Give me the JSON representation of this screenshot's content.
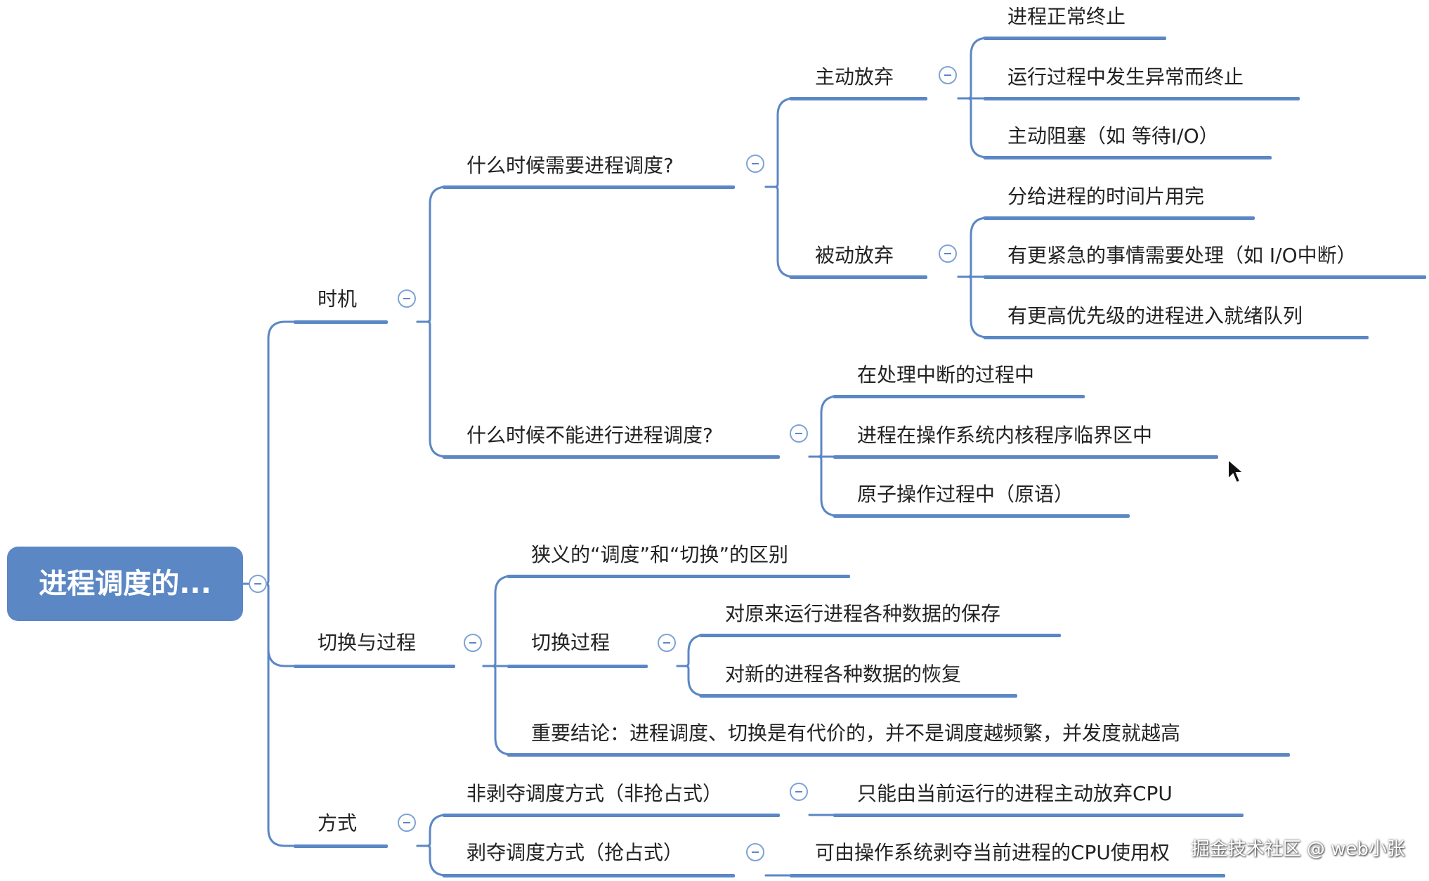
{
  "root": {
    "label": "进程调度的..."
  },
  "branches": {
    "timing": {
      "label": "时机",
      "need": {
        "label": "什么时候需要进程调度?",
        "active": {
          "label": "主动放弃",
          "items": [
            "进程正常终止",
            "运行过程中发生异常而终止",
            "主动阻塞（如 等待I/O）"
          ]
        },
        "passive": {
          "label": "被动放弃",
          "items": [
            "分给进程的时间片用完",
            "有更紧急的事情需要处理（如 I/O中断）",
            "有更高优先级的进程进入就绪队列"
          ]
        }
      },
      "cannot": {
        "label": "什么时候不能进行进程调度?",
        "items": [
          "在处理中断的过程中",
          "进程在操作系统内核程序临界区中",
          "原子操作过程中（原语）"
        ]
      }
    },
    "switching": {
      "label": "切换与过程",
      "difference": "狭义的“调度”和“切换”的区别",
      "process": {
        "label": "切换过程",
        "items": [
          "对原来运行进程各种数据的保存",
          "对新的进程各种数据的恢复"
        ]
      },
      "conclusion": "重要结论：进程调度、切换是有代价的，并不是调度越频繁，并发度就越高"
    },
    "methods": {
      "label": "方式",
      "nonpreemptive": {
        "label": "非剥夺调度方式（非抢占式）",
        "item": "只能由当前运行的进程主动放弃CPU"
      },
      "preemptive": {
        "label": "剥夺调度方式（抢占式）",
        "item": "可由操作系统剥夺当前进程的CPU使用权"
      }
    }
  },
  "watermark": "掘金技术社区 @ web小张",
  "colors": {
    "line": "#5b87c5",
    "root_fill": "#5b87c5",
    "text": "#222222",
    "root_text": "#ffffff"
  }
}
